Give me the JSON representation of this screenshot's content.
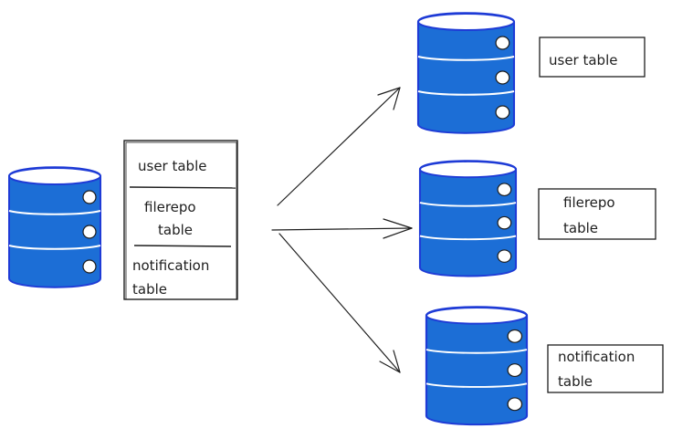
{
  "colors": {
    "db_fill": "#1c6ed6",
    "db_stroke": "#1e3bd6",
    "ink": "#1e1e1e",
    "background": "#ffffff"
  },
  "source": {
    "icon": "database-icon",
    "table_box": {
      "rows": [
        {
          "lines": [
            "user table"
          ]
        },
        {
          "lines": [
            "filerepo",
            "table"
          ]
        },
        {
          "lines": [
            "notification",
            "table"
          ]
        }
      ]
    }
  },
  "targets": [
    {
      "icon": "database-icon",
      "lines": [
        "user table"
      ]
    },
    {
      "icon": "database-icon",
      "lines": [
        "filerepo",
        "table"
      ]
    },
    {
      "icon": "database-icon",
      "lines": [
        "notification",
        "table"
      ]
    }
  ]
}
